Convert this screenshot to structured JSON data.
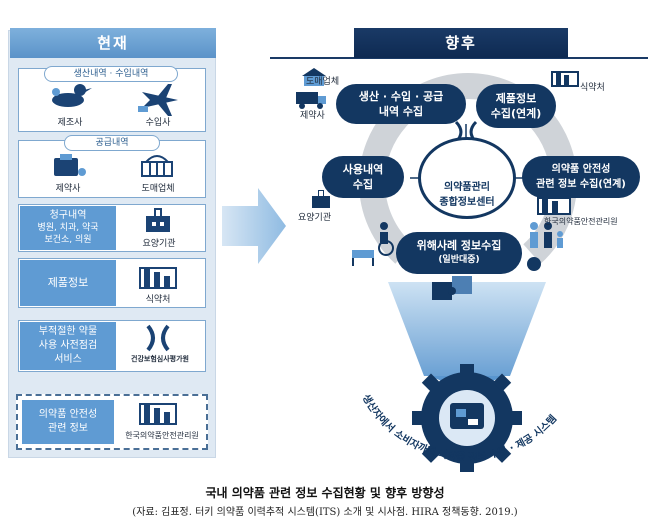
{
  "left": {
    "header": "현재",
    "group1": {
      "pill": "생산내역 · 수입내역",
      "items": [
        "제조사",
        "수입사"
      ]
    },
    "group2": {
      "pill": "공급내역",
      "items": [
        "제약사",
        "도매업체"
      ]
    },
    "group3": {
      "tag_lines": [
        "청구내역",
        "병원, 치과, 약국",
        "보건소, 의원"
      ],
      "item": "요양기관"
    },
    "group4": {
      "tag": "제품정보",
      "item": "식약처"
    },
    "group5": {
      "tag_lines": [
        "부적절한 약물",
        "사용 사전점검",
        "서비스"
      ],
      "item": "건강보험심사평가원"
    },
    "group6": {
      "tag_lines": [
        "의약품 안전성",
        "관련 정보"
      ],
      "item": "한국의약품안전관리원"
    }
  },
  "right": {
    "header": "향후",
    "labels": {
      "wholesale": "도매업체",
      "pharma": "제약사",
      "mfds": "식약처",
      "care": "요양기관",
      "kids": "한국의약품안전관리원"
    },
    "nodes": {
      "production": [
        "생산 · 수입 · 공급",
        "내역 수집"
      ],
      "product_info": [
        "제품정보",
        "수집(연계)"
      ],
      "usage": [
        "사용내역",
        "수집"
      ],
      "safety": [
        "의약품 안전성",
        "관련 정보 수집(연계)"
      ],
      "adverse": [
        "위해사례 정보수집",
        "(일반대중)"
      ]
    },
    "center": [
      "의약품관리",
      "종합정보센터"
    ],
    "arc_text": "생산자에서 소비자까지 의약품 정보 수집 · 제공 시스템"
  },
  "caption": {
    "title": "국내 의약품 관련 정보 수집현황 및 향후 방향성",
    "source": "(자료: 김표정. 터키 의약품 이력추적 시스템(ITS) 소개 및 시사점. HIRA 정책동향. 2019.)"
  },
  "colors": {
    "navy": "#133761",
    "light_blue": "#5f9bd3",
    "panel_bg": "#dfe9f3"
  },
  "icons": [
    "duck-icon",
    "airplane-icon",
    "pill-box-icon",
    "basket-icon",
    "hospital-icon",
    "factory-icon",
    "hira-logo-icon",
    "gear-icon",
    "puzzle-icon",
    "wheelchair-icon",
    "family-icon",
    "truck-icon",
    "warehouse-icon"
  ]
}
